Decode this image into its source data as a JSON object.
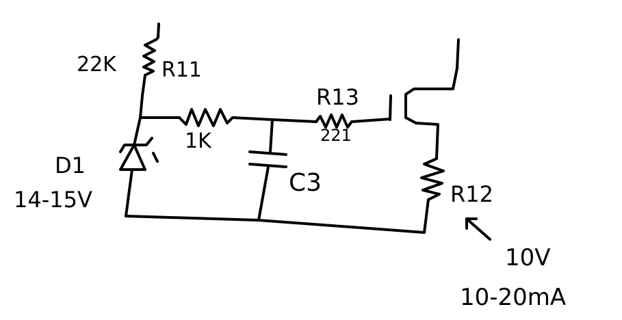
{
  "labels": {
    "r11_value": "22K",
    "r11_name": "R11",
    "r1k_value": "1K",
    "r13_name": "R13",
    "r13_value": "221",
    "d1_name": "D1",
    "d1_value": "14-15V",
    "c3_name": "C3",
    "r12_name": "R12",
    "note_voltage": "10V",
    "note_current": "10-20mA"
  },
  "colors": {
    "ink": "#000000",
    "paper": "#ffffff"
  }
}
